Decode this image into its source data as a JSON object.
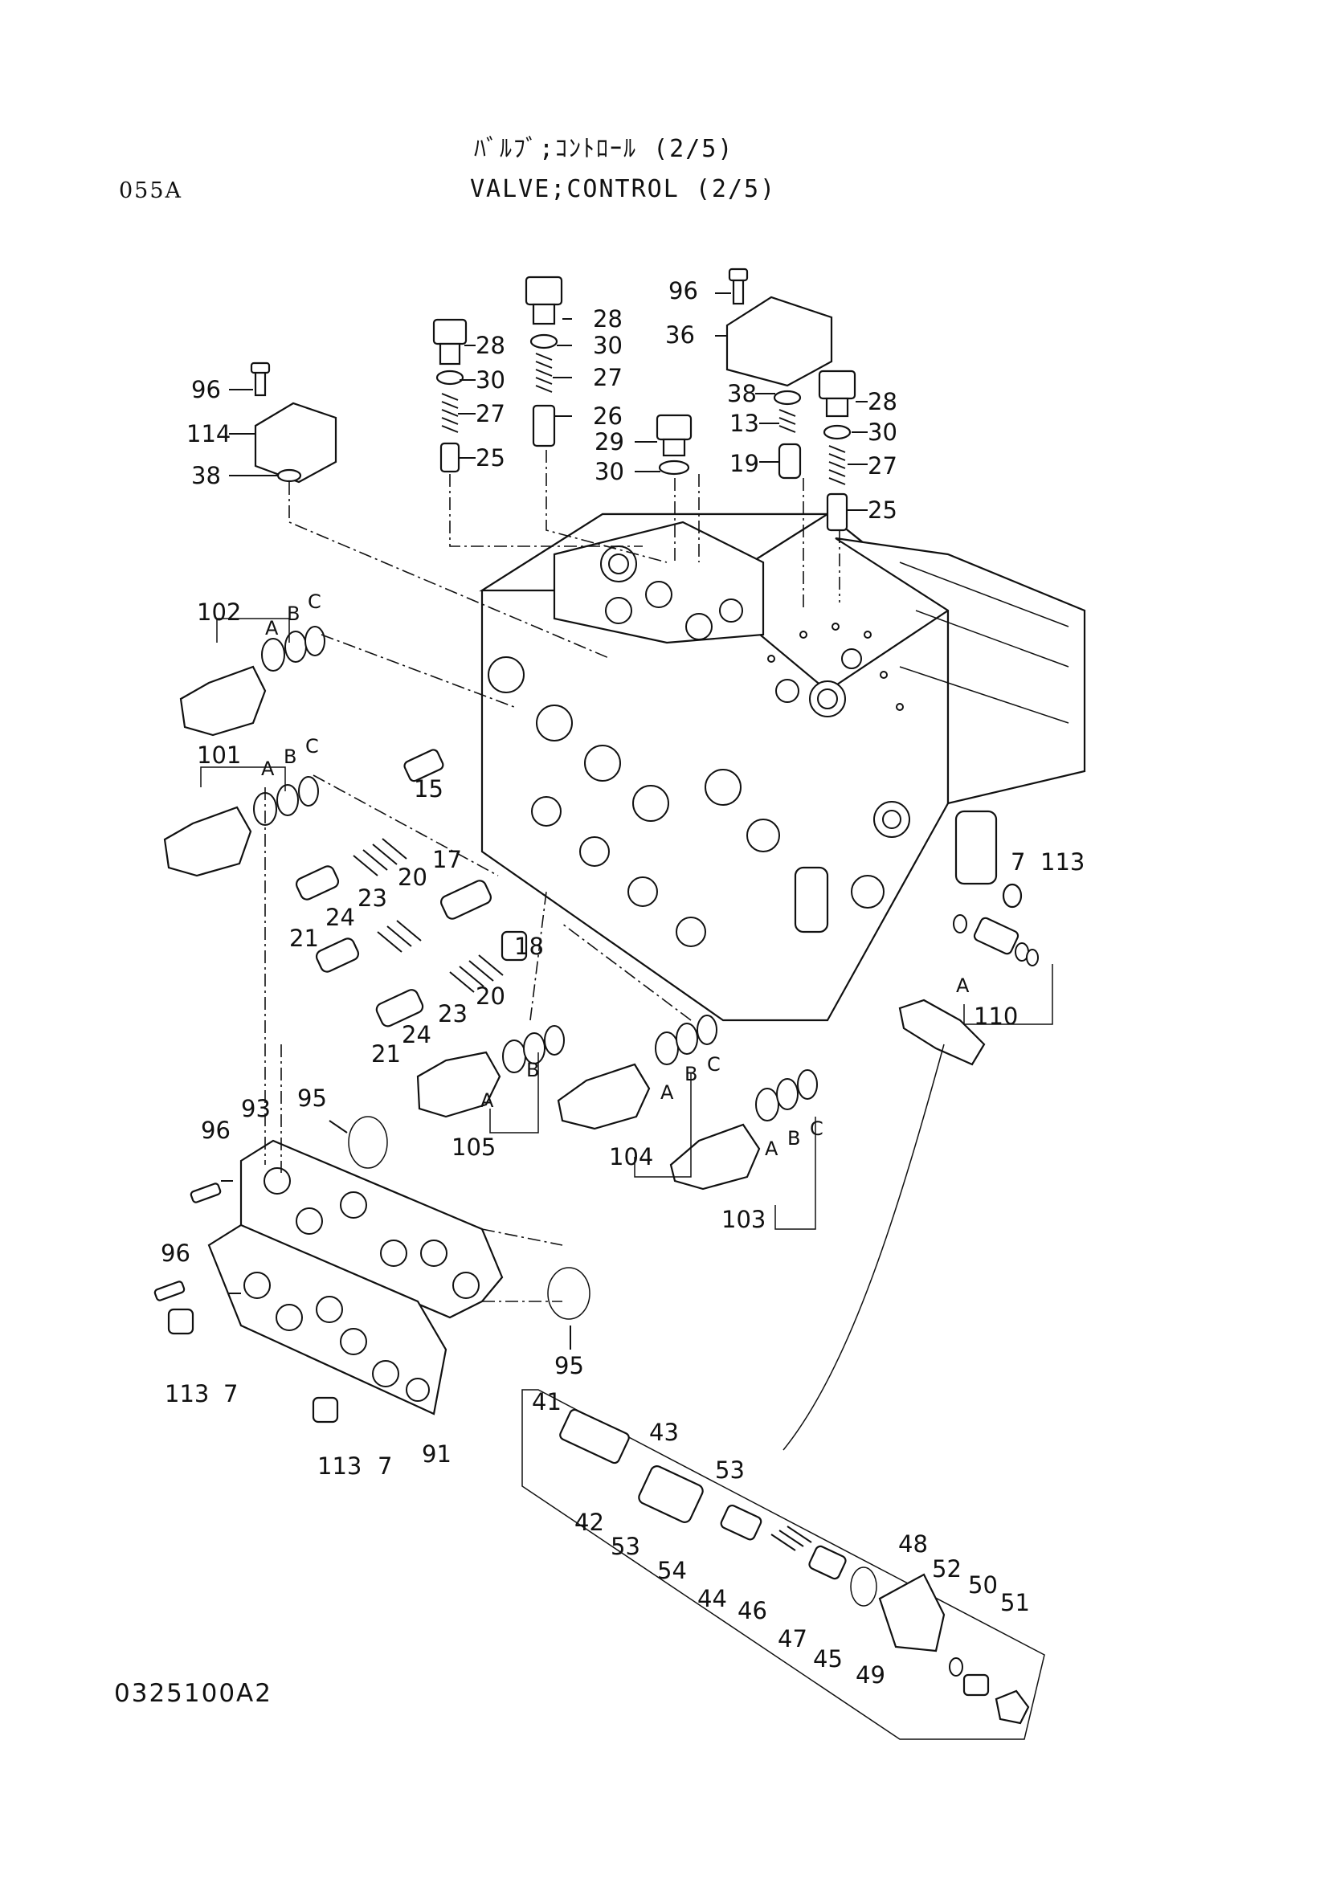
{
  "header": {
    "title_jp": "ﾊﾞﾙﾌﾞ;ｺﾝﾄﾛｰﾙ (2/5)",
    "title_en": "VALVE;CONTROL (2/5)",
    "sheet_code": "055A"
  },
  "footer": {
    "drawing_number": "0325100A2"
  },
  "callouts": {
    "c96": "96",
    "c114": "114",
    "c38": "38",
    "c28": "28",
    "c30": "30",
    "c27": "27",
    "c25": "25",
    "c26": "26",
    "c36": "36",
    "c13": "13",
    "c19": "19",
    "c29": "29",
    "c102": "102",
    "c101": "101",
    "c15": "15",
    "c20": "20",
    "c23": "23",
    "c24": "24",
    "c21": "21",
    "c17": "17",
    "c18": "18",
    "c7": "7",
    "c113": "113",
    "c110": "110",
    "c105": "105",
    "c104": "104",
    "c103": "103",
    "c93": "93",
    "c95": "95",
    "c91": "91",
    "c41": "41",
    "c43": "43",
    "c42": "42",
    "c53": "53",
    "c54": "54",
    "c44": "44",
    "c46": "46",
    "c47": "47",
    "c45": "45",
    "c48": "48",
    "c49": "49",
    "c52": "52",
    "c50": "50",
    "c51": "51"
  },
  "ring_letters": {
    "a": "A",
    "b": "B",
    "c": "C"
  }
}
